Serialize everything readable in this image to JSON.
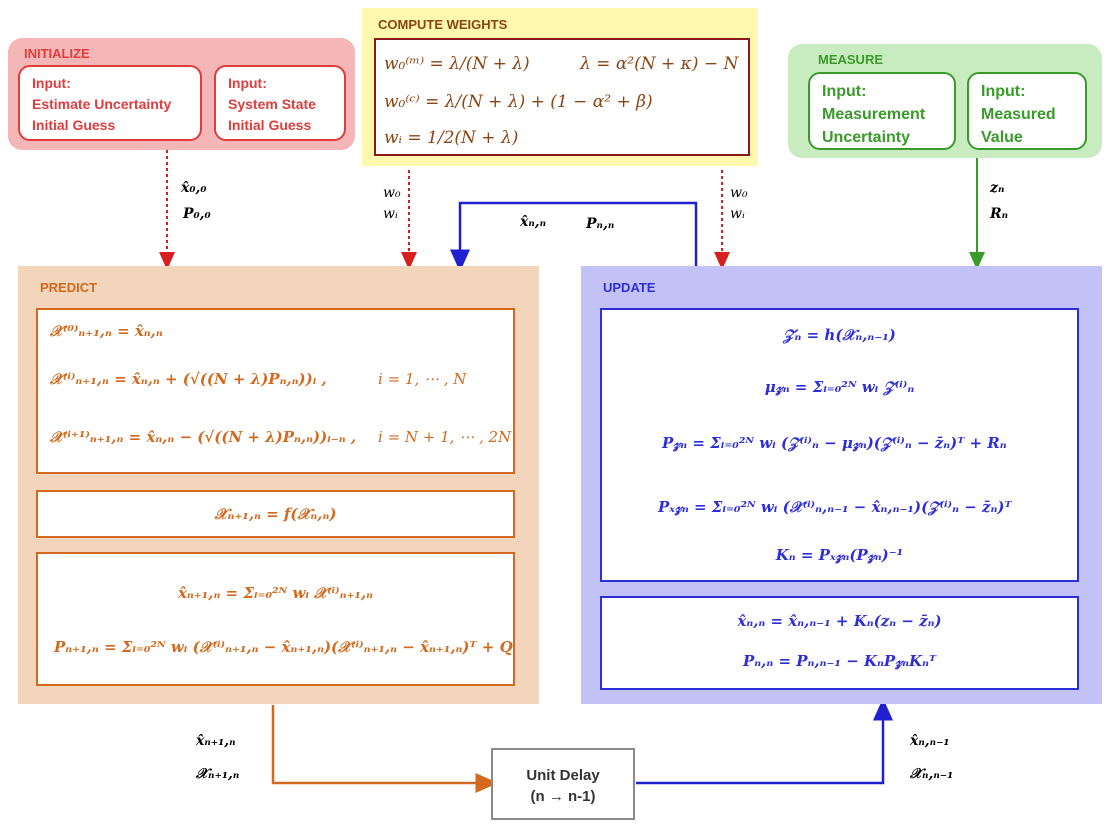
{
  "initialize": {
    "title": "INITIALIZE",
    "box1_lines": [
      "Input:",
      "Estimate Uncertainty",
      "Initial Guess"
    ],
    "box2_lines": [
      "Input:",
      "System State",
      "Initial Guess"
    ],
    "outputs": [
      "x̂₀,₀",
      "P₀,₀"
    ],
    "color": "#e03c3c"
  },
  "compute_weights": {
    "title": "COMPUTE WEIGHTS",
    "eq1": "w₀⁽ᵐ⁾ = λ/(N + λ)",
    "eq1b": "λ = α²(N + κ) − N",
    "eq2": "w₀⁽ᶜ⁾ = λ/(N + λ) + (1 − α² + β)",
    "eq3": "wᵢ = 1/2(N + λ)",
    "outputs_left": [
      "w₀",
      "wᵢ"
    ],
    "outputs_right": [
      "w₀",
      "wᵢ"
    ],
    "color": "#8b1a1a"
  },
  "measure": {
    "title": "MEASURE",
    "box1_lines": [
      "Input:",
      "Measurement",
      "Uncertainty"
    ],
    "box2_lines": [
      "Input:",
      "Measured",
      "Value"
    ],
    "outputs": [
      "zₙ",
      "Rₙ"
    ],
    "color": "#3a9a2a"
  },
  "feedback": {
    "labels": [
      "x̂ₙ,ₙ",
      "Pₙ,ₙ"
    ],
    "color": "#2020d0"
  },
  "predict": {
    "title": "PREDICT",
    "sigma": [
      "𝒳⁽⁰⁾ₙ₊₁,ₙ = x̂ₙ,ₙ",
      "𝒳⁽ⁱ⁾ₙ₊₁,ₙ = x̂ₙ,ₙ + (√((N + λ)Pₙ,ₙ))ᵢ ,",
      "𝒳⁽ⁱ⁺¹⁾ₙ₊₁,ₙ = x̂ₙ,ₙ − (√((N + λ)Pₙ,ₙ))ᵢ₋ₙ ,"
    ],
    "ranges": [
      "i = 1, ⋯ , N",
      "i = N + 1, ⋯ , 2N"
    ],
    "propagate": "𝒳ₙ₊₁,ₙ = f(𝒳ₙ,ₙ)",
    "mean": "x̂ₙ₊₁,ₙ = Σᵢ₌₀²ᴺ wᵢ 𝒳⁽ⁱ⁾ₙ₊₁,ₙ",
    "cov": "Pₙ₊₁,ₙ = Σᵢ₌₀²ᴺ wᵢ (𝒳⁽ⁱ⁾ₙ₊₁,ₙ − x̂ₙ₊₁,ₙ)(𝒳⁽ⁱ⁾ₙ₊₁,ₙ − x̂ₙ₊₁,ₙ)ᵀ + Q",
    "outputs": [
      "x̂ₙ₊₁,ₙ",
      "𝒳ₙ₊₁,ₙ"
    ],
    "color": "#d2691e"
  },
  "update": {
    "title": "UPDATE",
    "eqs": [
      "𝒵ₙ = h(𝒳ₙ,ₙ₋₁)",
      "μ𝓏ₙ = Σᵢ₌₀²ᴺ wᵢ 𝒵⁽ⁱ⁾ₙ",
      "P𝓏ₙ = Σᵢ₌₀²ᴺ wᵢ (𝒵⁽ⁱ⁾ₙ − μ𝓏ₙ)(𝒵⁽ⁱ⁾ₙ − z̄ₙ)ᵀ + Rₙ",
      "Pₓ𝓏ₙ = Σᵢ₌₀²ᴺ wᵢ (𝒳⁽ⁱ⁾ₙ,ₙ₋₁ − x̂ₙ,ₙ₋₁)(𝒵⁽ⁱ⁾ₙ − z̄ₙ)ᵀ",
      "Kₙ = Pₓ𝓏ₙ(P𝓏ₙ)⁻¹"
    ],
    "state": "x̂ₙ,ₙ = x̂ₙ,ₙ₋₁ + Kₙ(zₙ − z̄ₙ)",
    "covariance": "Pₙ,ₙ = Pₙ,ₙ₋₁ − KₙP𝓏ₙKₙᵀ",
    "outputs": [
      "x̂ₙ,ₙ₋₁",
      "𝒳ₙ,ₙ₋₁"
    ],
    "color": "#2e2ed8"
  },
  "unit_delay": {
    "line1": "Unit Delay",
    "line2": "(n → n-1)"
  }
}
